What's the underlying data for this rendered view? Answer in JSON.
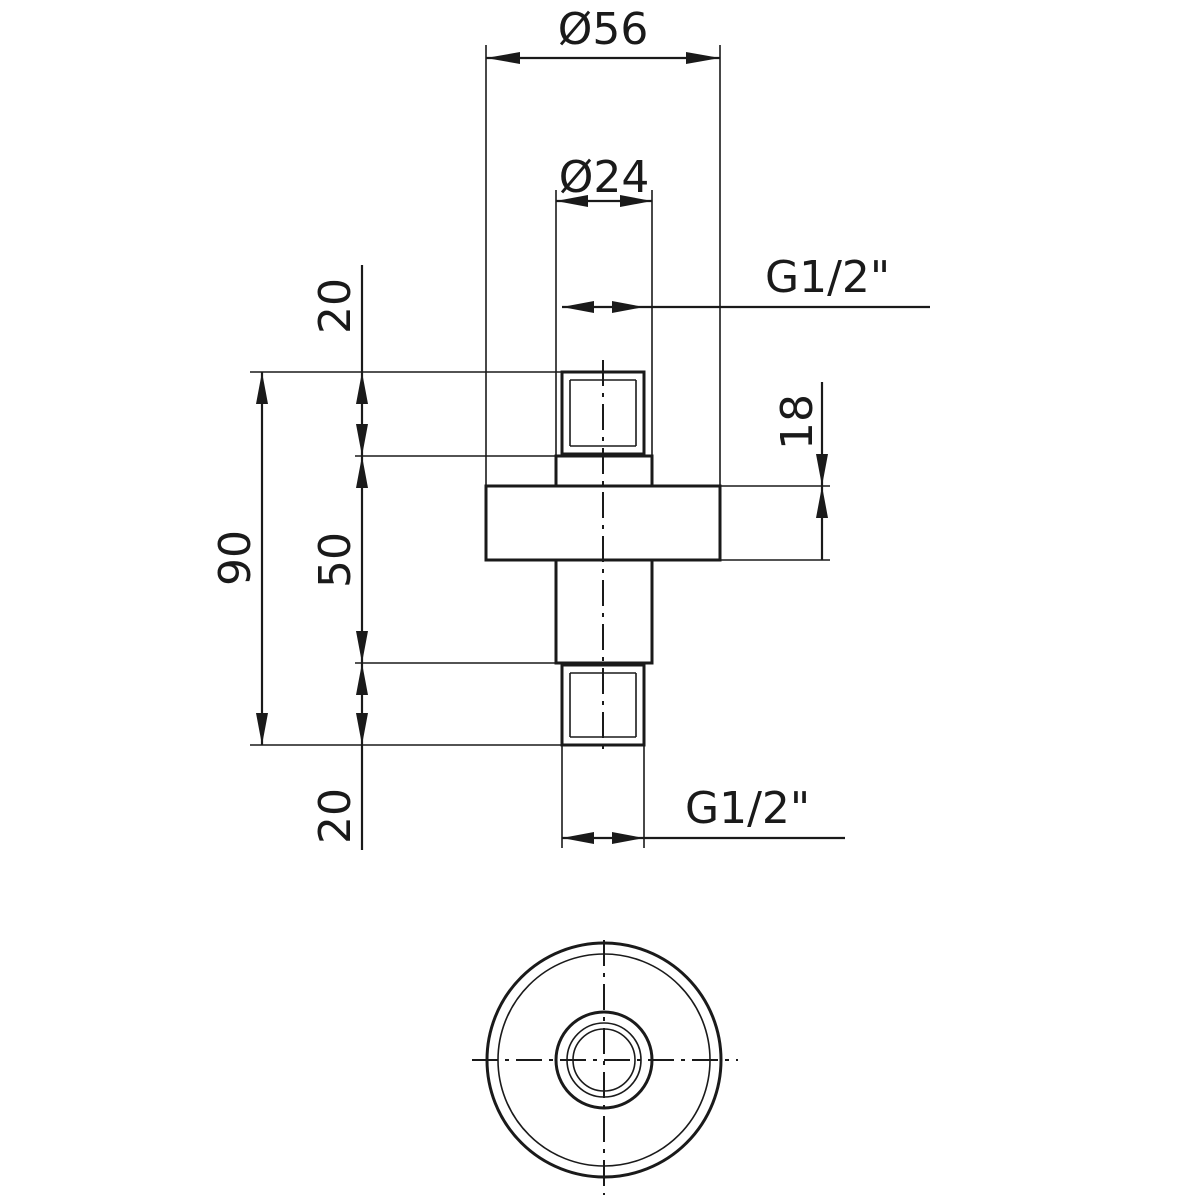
{
  "dimensions": {
    "top_diameter": "Ø56",
    "inner_diameter": "Ø24",
    "thread_top": "G1/2\"",
    "thread_bottom": "G1/2\"",
    "total_height": "90",
    "body_height": "50",
    "top_thread_length": "20",
    "bottom_thread_length": "20",
    "flange_offset": "18"
  }
}
